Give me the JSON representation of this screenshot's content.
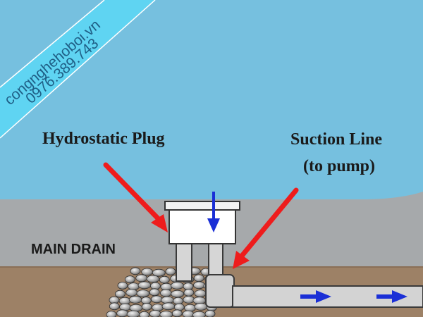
{
  "watermark": {
    "website": "congnghehoboi.vn",
    "phone": "0976.389.743"
  },
  "labels": {
    "hydrostatic_plug": "Hydrostatic Plug",
    "suction_line_1": "Suction Line",
    "suction_line_2": "(to pump)",
    "main_drain": "MAIN DRAIN"
  },
  "colors": {
    "water": "#76c0df",
    "pool_wall": "#a6a9ab",
    "soil": "#9d8166",
    "pipe": "#d3d3d3",
    "pointer_arrow": "#ee1c1c",
    "flow_arrow": "#1a2fd6",
    "watermark_band": "#5fd4f2"
  },
  "icons": {
    "pointer": "red-pointer-arrow",
    "flow": "blue-flow-arrow"
  }
}
